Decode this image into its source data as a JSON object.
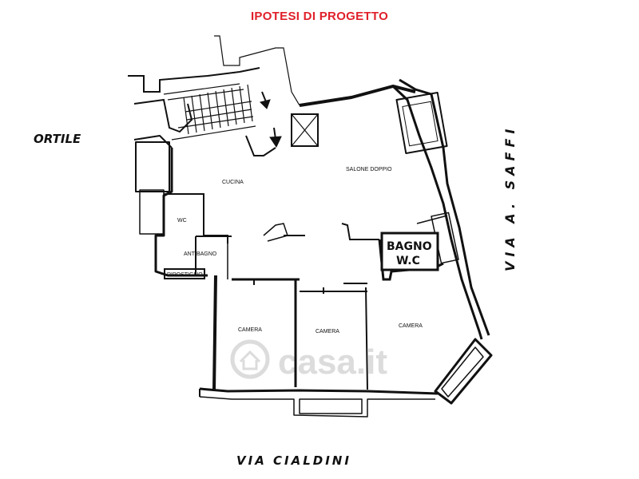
{
  "title": "IPOTESI DI PROGETTO",
  "colors": {
    "title": "#e0202a",
    "wall": "#111111",
    "watermark": "#dcdcdc"
  },
  "labels": {
    "cortile": "ORTILE",
    "via_saffi": "VIA A. SAFFI",
    "via_cialdini": "VIA CIALDINI"
  },
  "rooms": {
    "cucina": "CUCINA",
    "salone": "SALONE DOPPIO",
    "wc": "WC",
    "antibagno": "ANTIBAGNO",
    "ripostiglio": "RIPOSTIGLIO",
    "bagno_line1": "BAGNO",
    "bagno_line2": "W.C",
    "camera1": "CAMERA",
    "camera2": "CAMERA",
    "camera3": "CAMERA"
  },
  "watermark": "casa.it"
}
